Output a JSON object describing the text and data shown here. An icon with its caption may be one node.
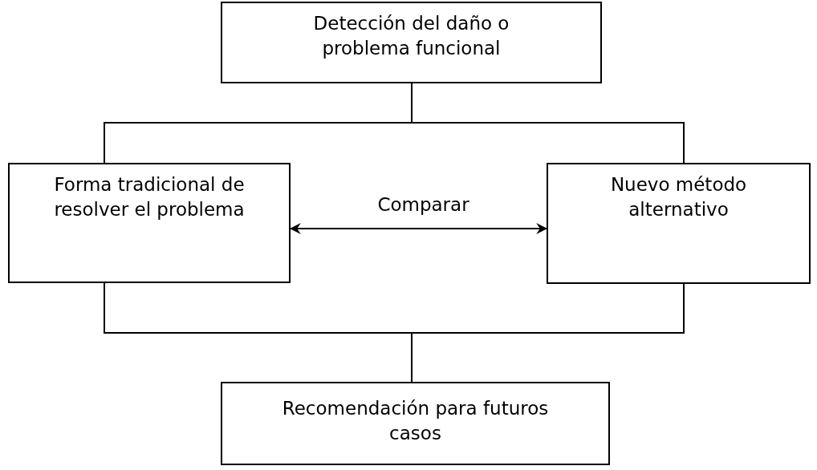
{
  "diagram": {
    "nodes": [
      {
        "text": [
          "Detección del daño o problema funcional"
        ]
      },
      {
        "text": [
          "Forma tradicional de resolver el problema"
        ]
      },
      {
        "text": [
          "Nuevo método alternativo"
        ]
      },
      {
        "text": [
          "Recomendación para futuros casos"
        ]
      }
    ],
    "edges": [
      {
        "from": 0,
        "to": 1,
        "arrow": "none"
      },
      {
        "from": 0,
        "to": 2,
        "arrow": "none"
      },
      {
        "from": 1,
        "to": 2,
        "arrow": "both",
        "label": "Comparar"
      },
      {
        "from": 1,
        "to": 3,
        "arrow": "none"
      },
      {
        "from": 2,
        "to": 3,
        "arrow": "none"
      }
    ]
  }
}
